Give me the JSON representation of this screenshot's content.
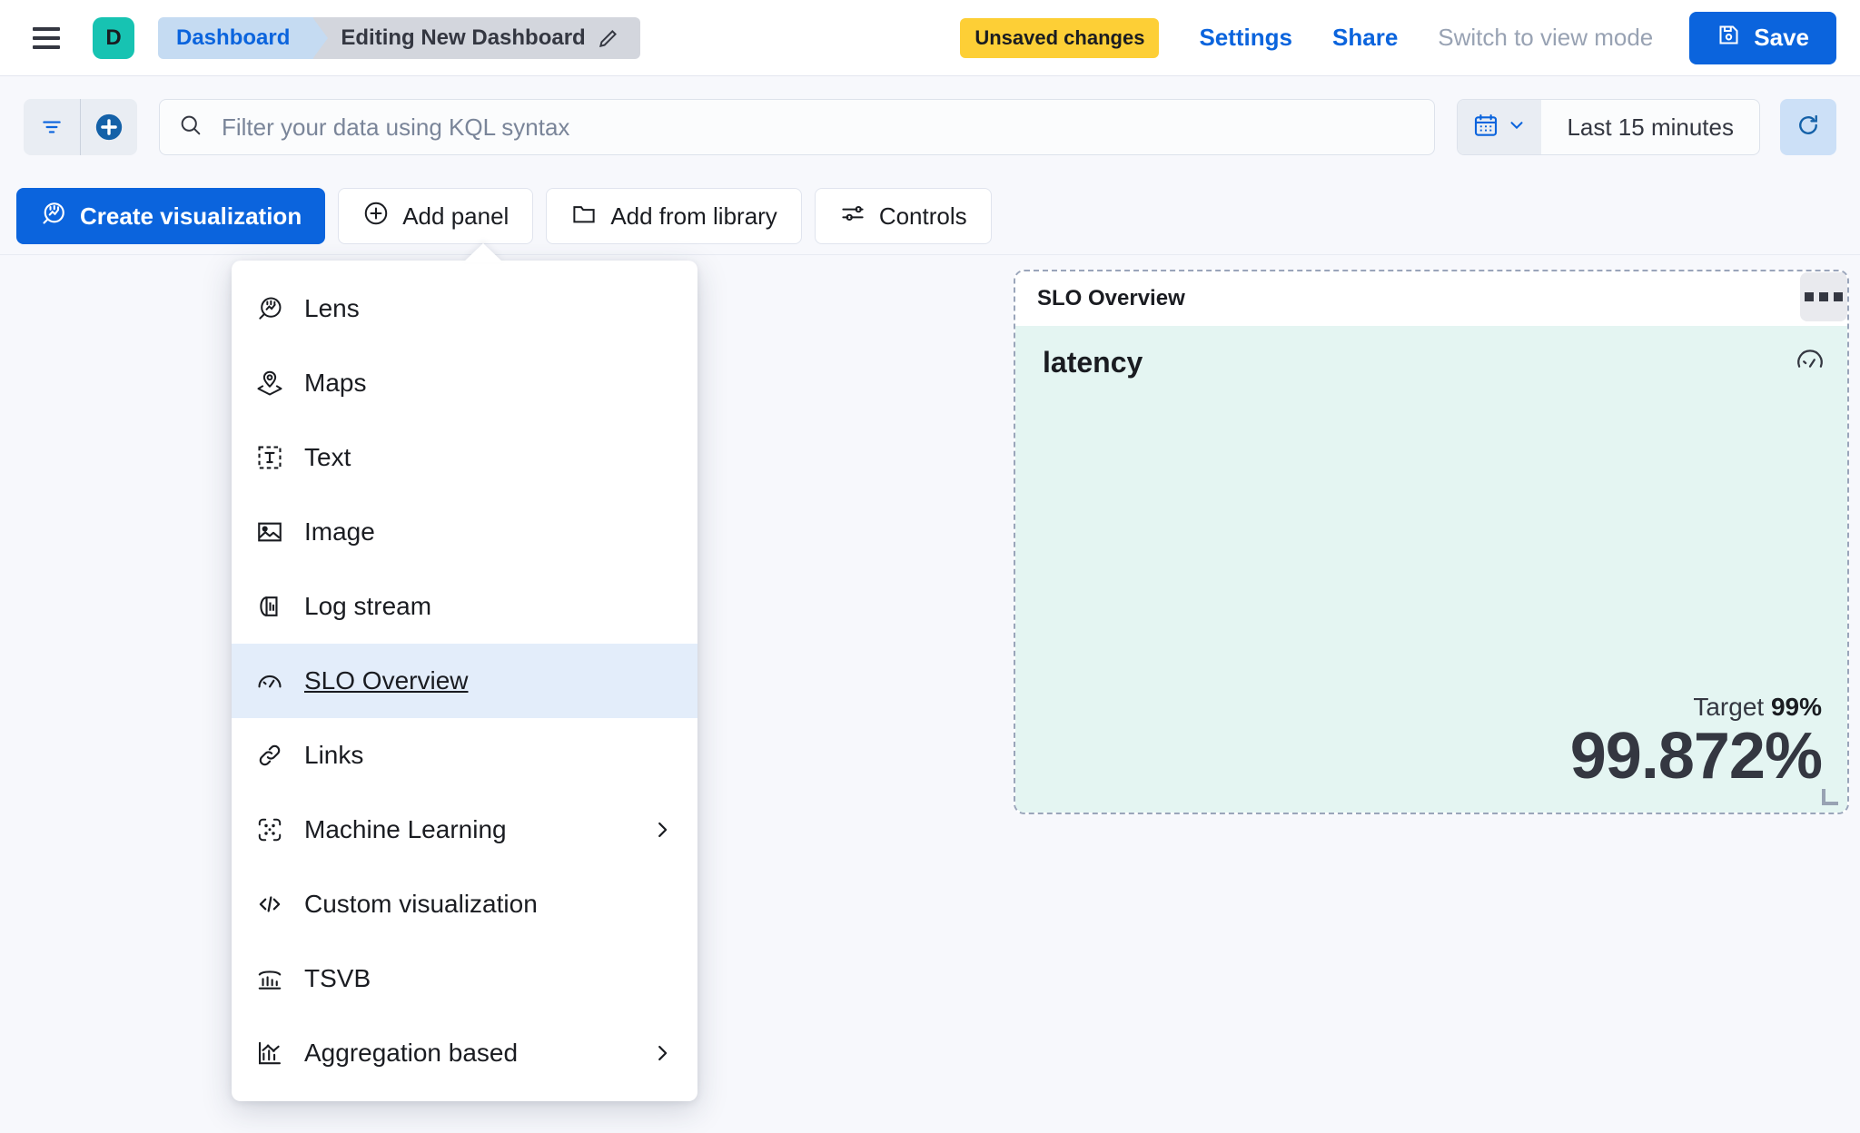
{
  "header": {
    "menu_icon": "hamburger-icon",
    "app_badge_letter": "D",
    "breadcrumb_root": "Dashboard",
    "breadcrumb_current": "Editing New Dashboard",
    "edit_icon": "pencil-icon",
    "unsaved_badge": "Unsaved changes",
    "settings_link": "Settings",
    "share_link": "Share",
    "view_mode_link": "Switch to view mode",
    "save_label": "Save",
    "save_icon": "save-disk-icon"
  },
  "querybar": {
    "filter_icon": "filter-icon",
    "add_filter_icon": "plus-circle-icon",
    "search_icon": "search-icon",
    "search_placeholder": "Filter your data using KQL syntax",
    "search_value": "",
    "calendar_icon": "calendar-icon",
    "chevron_icon": "chevron-down-icon",
    "time_range": "Last 15 minutes",
    "refresh_icon": "refresh-icon"
  },
  "toolbar": {
    "create_visualization": "Create visualization",
    "add_panel": "Add panel",
    "add_from_library": "Add from library",
    "controls": "Controls"
  },
  "add_panel_menu": {
    "items": [
      {
        "label": "Lens",
        "icon": "lens-icon",
        "selected": false,
        "submenu": false
      },
      {
        "label": "Maps",
        "icon": "maps-pin-layers-icon",
        "selected": false,
        "submenu": false
      },
      {
        "label": "Text",
        "icon": "text-box-icon",
        "selected": false,
        "submenu": false
      },
      {
        "label": "Image",
        "icon": "image-icon",
        "selected": false,
        "submenu": false
      },
      {
        "label": "Log stream",
        "icon": "log-stream-icon",
        "selected": false,
        "submenu": false
      },
      {
        "label": "SLO Overview",
        "icon": "gauge-icon",
        "selected": true,
        "submenu": false
      },
      {
        "label": "Links",
        "icon": "link-icon",
        "selected": false,
        "submenu": false
      },
      {
        "label": "Machine Learning",
        "icon": "machine-learning-icon",
        "selected": false,
        "submenu": true
      },
      {
        "label": "Custom visualization",
        "icon": "code-icon",
        "selected": false,
        "submenu": false
      },
      {
        "label": "TSVB",
        "icon": "tsvb-bar-icon",
        "selected": false,
        "submenu": false
      },
      {
        "label": "Aggregation based",
        "icon": "aggregation-chart-icon",
        "selected": false,
        "submenu": true
      }
    ]
  },
  "slo_panel": {
    "panel_title": "SLO Overview",
    "context_menu_icon": "three-dots-icon",
    "metric_name": "latency",
    "gauge_icon": "gauge-icon",
    "target_label": "Target",
    "target_value": "99%",
    "current_value": "99.872%",
    "background_color": "#E4F5F2"
  },
  "colors": {
    "accent_blue": "#0B64DD",
    "warning_yellow": "#FDCF36",
    "badge_teal": "#17C3B2",
    "slo_success_bg": "#E4F5F2"
  }
}
